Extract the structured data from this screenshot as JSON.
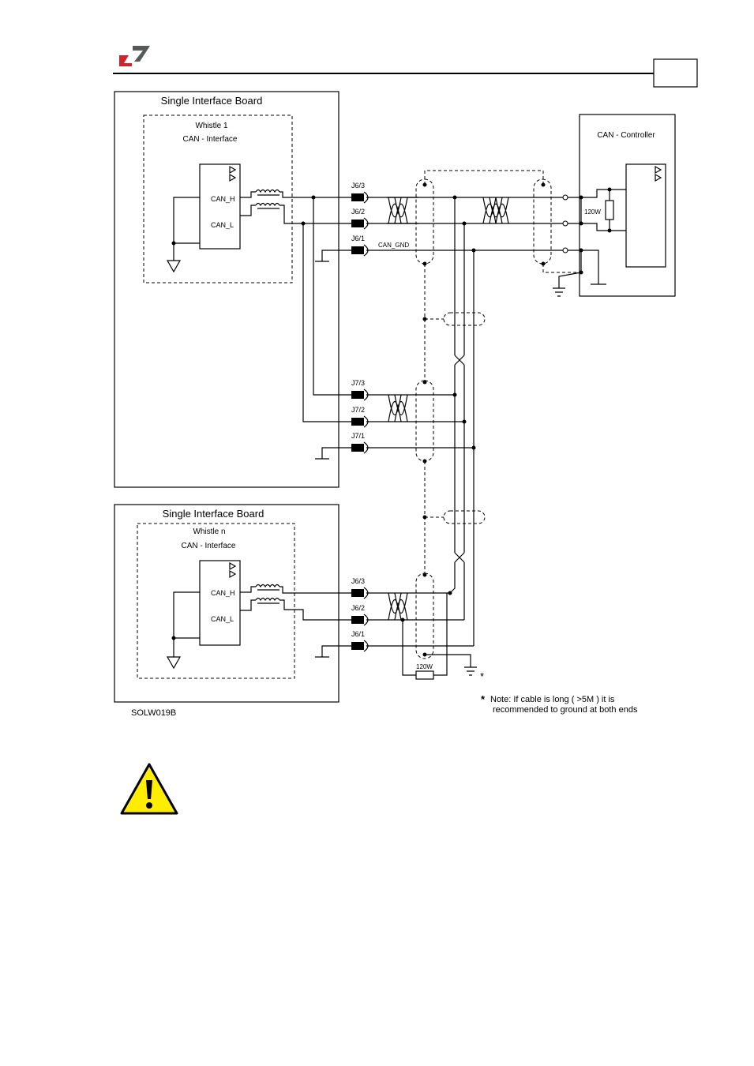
{
  "header": {
    "logo": {
      "icon": "company-logo-icon",
      "colors": {
        "red": "#d2232a",
        "gray": "#58595b"
      }
    },
    "page_number": ""
  },
  "board1": {
    "title": "Single Interface Board",
    "chip_name": "Whistle 1",
    "chip_interface": "CAN -  Interface",
    "pin_h": "CAN_H",
    "pin_l": "CAN_L"
  },
  "board2": {
    "title": "Single Interface Board",
    "chip_name": "Whistle n",
    "chip_interface": "CAN -  Interface",
    "pin_h": "CAN_H",
    "pin_l": "CAN_L"
  },
  "controller": {
    "title": "CAN -  Controller",
    "resistor": "120W"
  },
  "connectors": {
    "j6_3": "J6/3",
    "j6_2": "J6/2",
    "j6_1": "J6/1",
    "can_gnd": "CAN_GND",
    "j7_3": "J7/3",
    "j7_2": "J7/2",
    "j7_1": "J7/1",
    "n_j6_3": "J6/3",
    "n_j6_2": "J6/2",
    "n_j6_1": "J6/1"
  },
  "termination_resistor": "120W",
  "drawing_id": "SOLW019B",
  "note": {
    "marker": "*",
    "line1": "Note: If cable is long ( >5M ) it is",
    "line2": "recommended to ground at both ends",
    "ground_marker": "*"
  },
  "warning": {
    "icon": "warning-triangle-icon",
    "color": "#ffed00"
  }
}
